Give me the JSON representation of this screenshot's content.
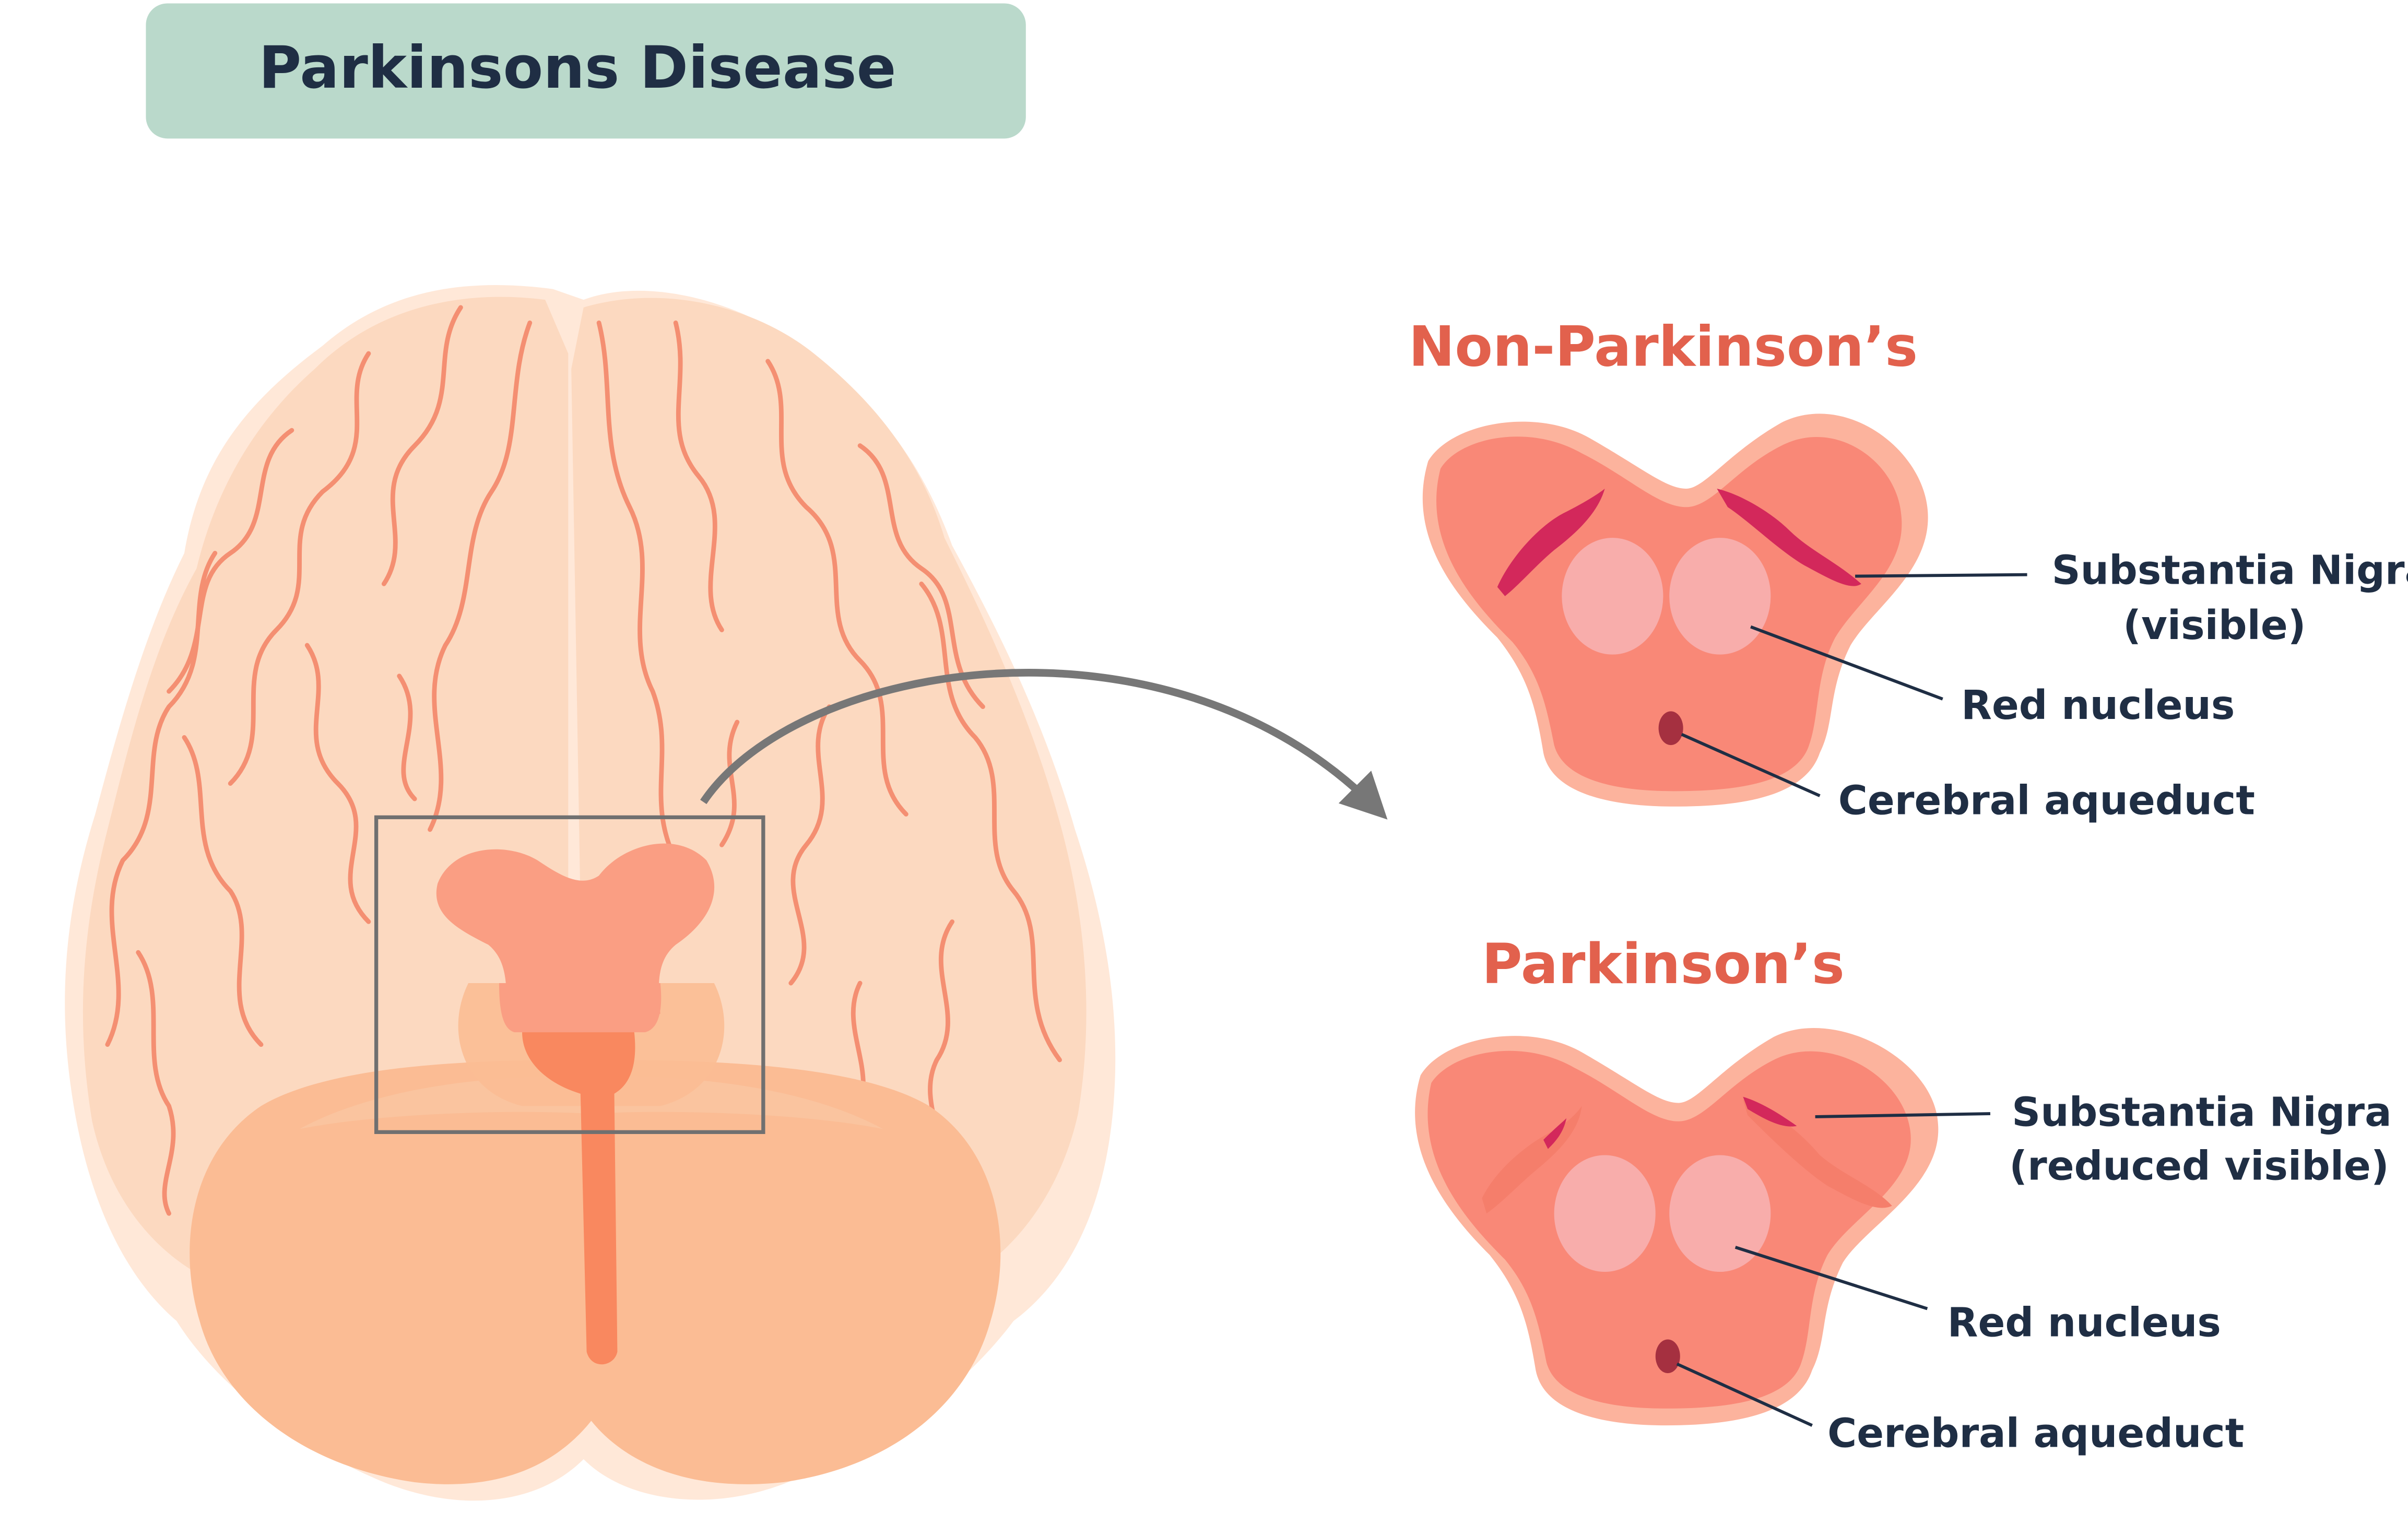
{
  "title": "Parkinsons Disease",
  "colors": {
    "title_box": "#bad9cb",
    "title_text": "#1f2e44",
    "heading": "#e2614d",
    "brain_light": "#fcd9c0",
    "brain_outline": "#ffe7d6",
    "cerebellum": "#fbbc94",
    "gyri_line": "#f48f72",
    "brainstem": "#fa9e83",
    "brainstem_core": "#f9885f",
    "midbrain_halo": "#fcb39d",
    "midbrain_body": "#f98877",
    "red_nucleus": "#f8adab",
    "nigra": "#d3285b",
    "aqueduct": "#a53040",
    "leader_line": "#1f2e44",
    "box_stroke": "#707070",
    "arrow": "#777777"
  },
  "panels": [
    {
      "heading": "Non-Parkinson’s",
      "labels": {
        "substantia_nigra": [
          "Substantia Nigra",
          "(visible)"
        ],
        "red_nucleus": "Red nucleus",
        "cerebral_aqueduct": "Cerebral aqueduct"
      }
    },
    {
      "heading": "Parkinson’s",
      "labels": {
        "substantia_nigra": [
          "Substantia Nigra",
          "(reduced visible)"
        ],
        "red_nucleus": "Red nucleus",
        "cerebral_aqueduct": "Cerebral aqueduct"
      }
    }
  ]
}
